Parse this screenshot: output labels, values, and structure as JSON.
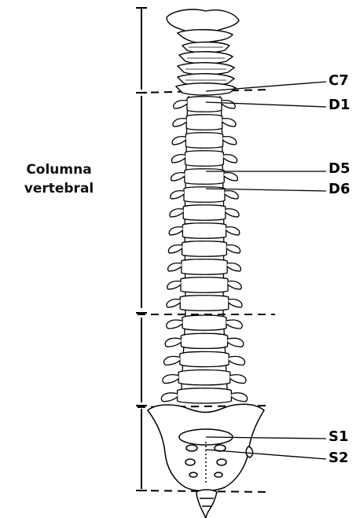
{
  "title": {
    "line1": "Columna",
    "line2": "vertebral"
  },
  "labels": {
    "c7": "C7",
    "d1": "D1",
    "d5": "D5",
    "d6": "D6",
    "s1": "S1",
    "s2": "S2"
  },
  "colors": {
    "ink": "#000000",
    "background": "#ffffff"
  }
}
